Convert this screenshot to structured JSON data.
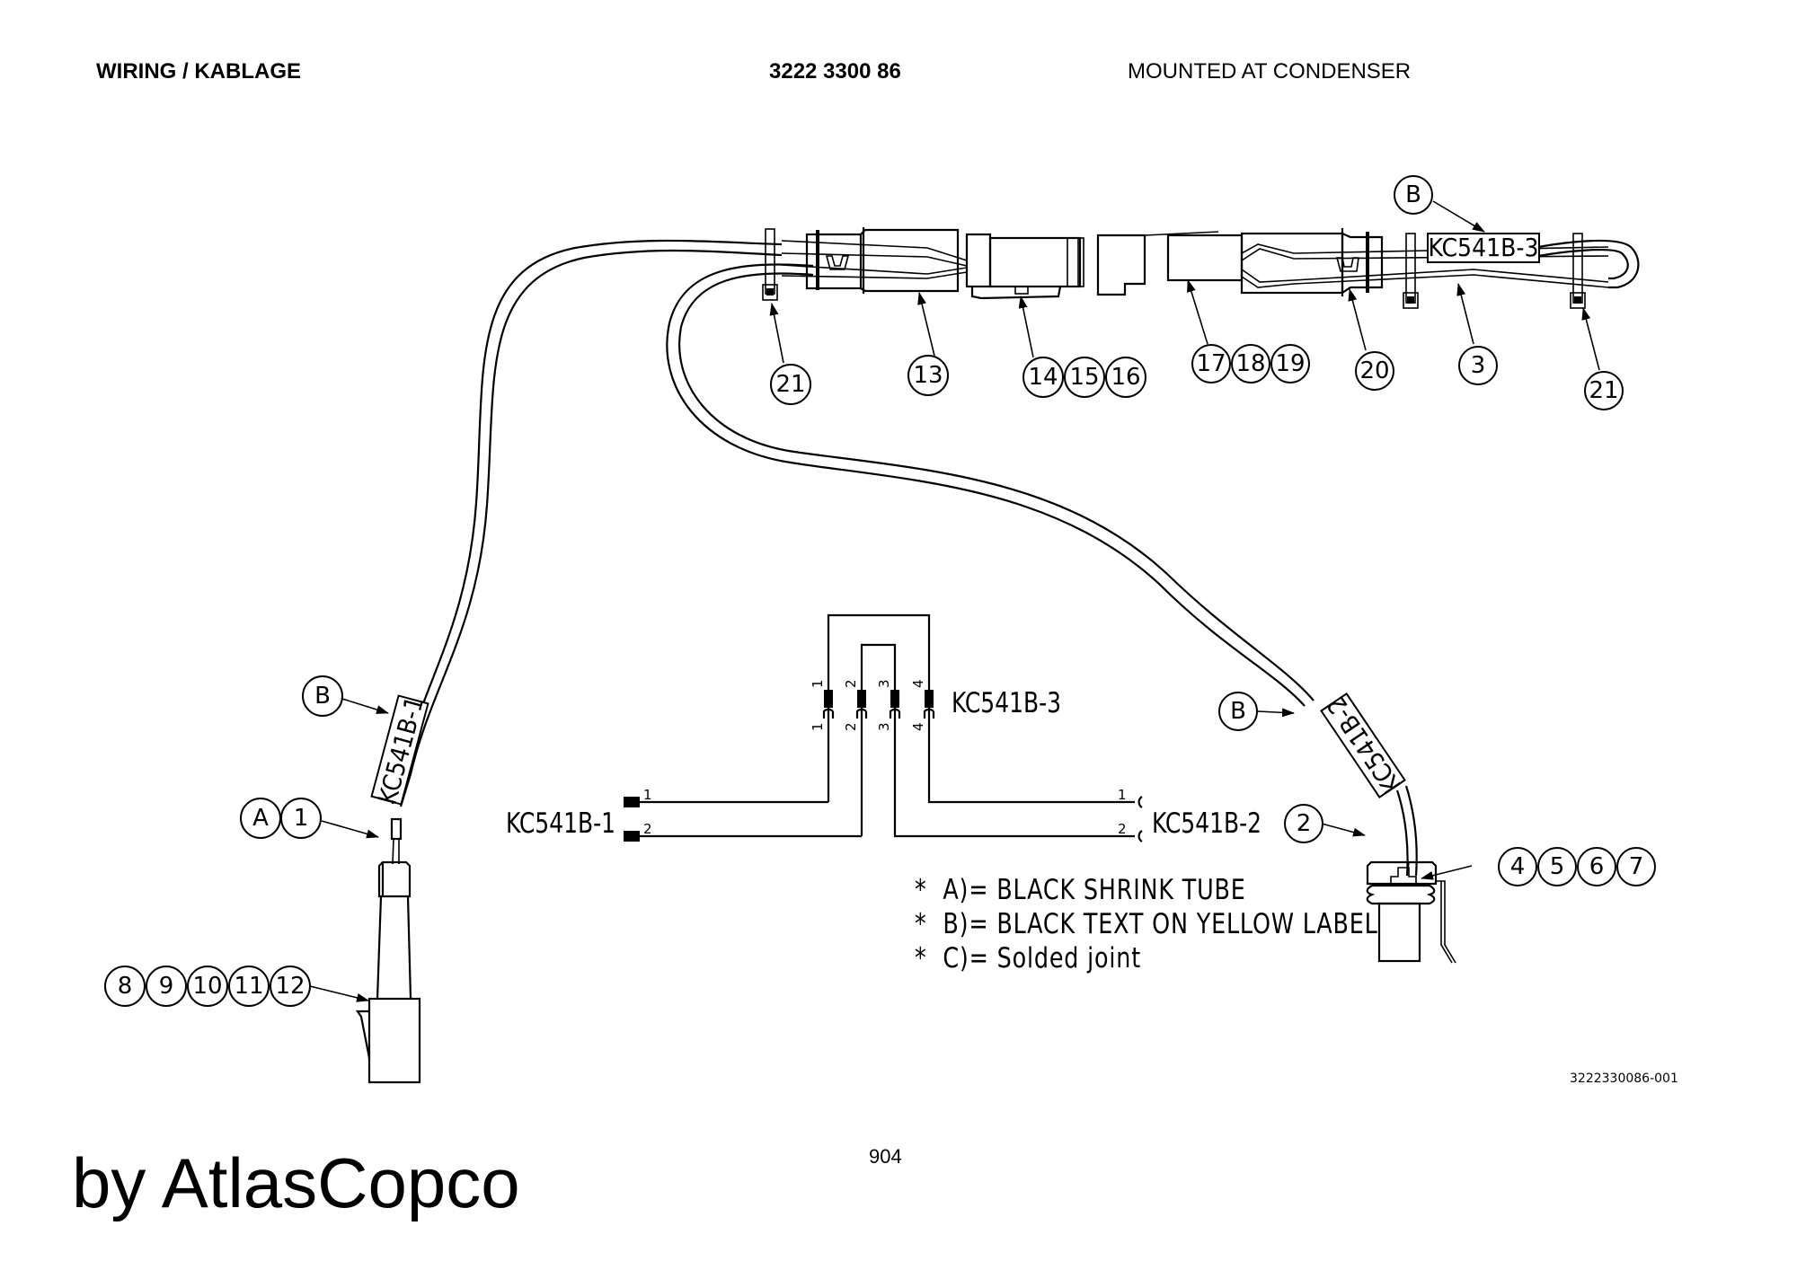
{
  "header": {
    "title": "WIRING / KABLAGE",
    "part_number": "3222 3300 86",
    "location": "MOUNTED AT CONDENSER"
  },
  "labels": {
    "kc1": "KC541B-1",
    "kc2": "KC541B-2",
    "kc3": "KC541B-3"
  },
  "schematic": {
    "left_connector": "KC541B-1",
    "right_connector": "KC541B-2",
    "top_connector": "KC541B-3",
    "left_pins": [
      "1",
      "2"
    ],
    "right_pins": [
      "1",
      "2"
    ],
    "top_pins": [
      "1",
      "2",
      "3",
      "4"
    ]
  },
  "balloons": {
    "b_top": "B",
    "b_left": "B",
    "b_right": "B",
    "a": "A",
    "n1": "1",
    "n2": "2",
    "n3": "3",
    "n4": "4",
    "n5": "5",
    "n6": "6",
    "n7": "7",
    "n8": "8",
    "n9": "9",
    "n10": "10",
    "n11": "11",
    "n12": "12",
    "n13": "13",
    "n14": "14",
    "n15": "15",
    "n16": "16",
    "n17": "17",
    "n18": "18",
    "n19": "19",
    "n20": "20",
    "n21a": "21",
    "n21b": "21"
  },
  "notes": [
    "*  A)= BLACK SHRINK TUBE",
    "*  B)= BLACK TEXT ON YELLOW LABEL",
    "*  C)= Solded joint"
  ],
  "footer": {
    "drawing_number": "3222330086-001",
    "page_number": "904",
    "brand": "by AtlasCopco"
  }
}
